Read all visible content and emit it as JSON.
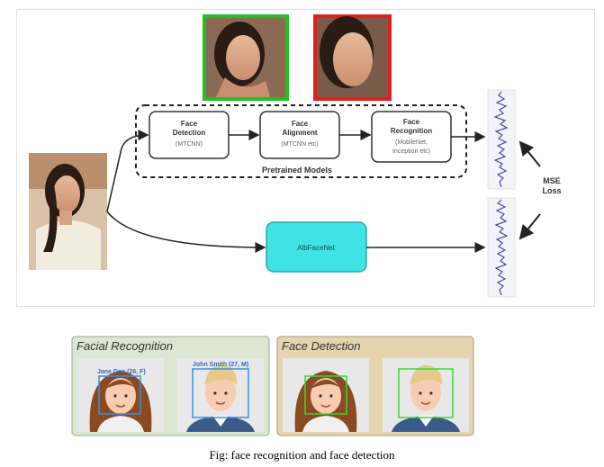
{
  "pipeline": {
    "steps": [
      {
        "title_1": "Face",
        "title_2": "Detection",
        "sub_1": "(MTCNN)",
        "sub_2": ""
      },
      {
        "title_1": "Face",
        "title_2": "Alignment",
        "sub_1": "(MTCNN etc)",
        "sub_2": ""
      },
      {
        "title_1": "Face",
        "title_2": "Recognition",
        "sub_1": "(MobileNet,",
        "sub_2": "Inception etc)"
      }
    ],
    "group_label": "Pretrained Models",
    "alt_model": "AlbFaceNet",
    "loss_label_1": "MSE",
    "loss_label_2": "Loss"
  },
  "colors": {
    "accent_green": "#22c022",
    "accent_red": "#e02020",
    "alt_model_fill": "#3fe3e6",
    "recognition_panel": "#dbe7d2",
    "detection_panel": "#e6d4b0",
    "recognition_box": "#3b8fe0",
    "detection_box": "#33dd33"
  },
  "icons": {
    "photo_left": "woman-face-photo",
    "photo_green": "aligned-face-photo",
    "photo_red": "cropped-face-photo",
    "vector_1": "embedding-vector-plot",
    "vector_2": "embedding-vector-plot"
  },
  "examples": {
    "recognition_title": "Facial Recognition",
    "detection_title": "Face Detection",
    "tag_woman": "Jane Doe (26, F)",
    "tag_man": "John Smith (27, M)"
  },
  "caption": "Fig: face recognition and face detection"
}
